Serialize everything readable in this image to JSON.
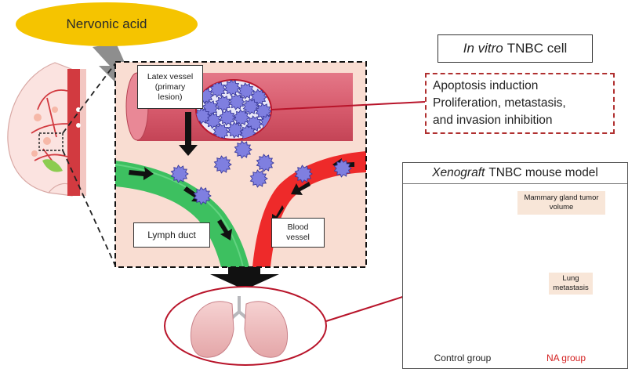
{
  "compound": "Nervonic acid",
  "in_vitro": {
    "italic": "In vitro",
    "rest": "TNBC cell"
  },
  "effects": [
    "Apoptosis induction",
    "Proliferation, metastasis,",
    "and invasion inhibition"
  ],
  "latex_vessel": {
    "line1": "Latex vessel",
    "line2": "(primary",
    "line3": "lesion)"
  },
  "lymph_duct": "Lymph duct",
  "blood_vessel": {
    "line1": "Blood",
    "line2": "vessel"
  },
  "xenograft": {
    "italic": "Xenograft",
    "rest": "TNBC mouse model"
  },
  "mammary_label": {
    "line1": "Mammary gland tumor",
    "line2": "volume"
  },
  "lung_label": {
    "line1": "Lung",
    "line2": "metastasis"
  },
  "groups": {
    "control": "Control group",
    "na": "NA group"
  },
  "colors": {
    "na_group": "#d42020",
    "arrow_down": "#2f8fd8",
    "compound": "#f5c400"
  },
  "icons": [
    "breast-anatomy-icon",
    "lungs-icon",
    "down-arrow-icon",
    "tumor-cell-icon"
  ]
}
